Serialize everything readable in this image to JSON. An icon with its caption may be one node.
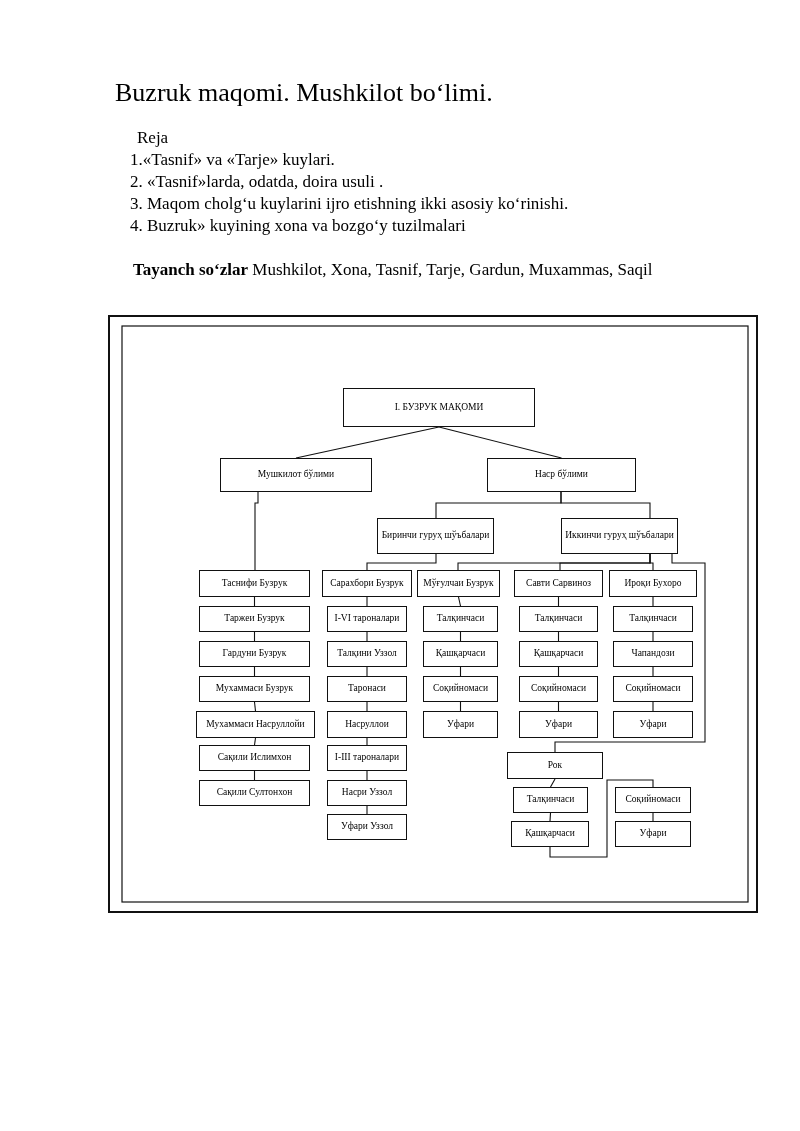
{
  "diagram": {
    "title": "Buzruk maqomi. Mushkilot bo‘limi.",
    "labels": [
      "Reja",
      "1.«Tasnif» va «Tarje» kuylari.",
      "2. «Tasnif»larda, odatda, doira usuli .",
      "3. Maqom cholg‘u kuylarini ijro etishning ikki asosiy ko‘rinishi.",
      "4. Buzruk» kuyining xona va bozgo‘y tuzilmalari",
      "**Tayanch so‘zlar** Mushkilot, Xona, Tasnif, Tarje, Gardun, Muxammas, Saqil"
    ],
    "nodes": [
      {
        "text": [
          "I. БУЗРУК МАҚОМИ"
        ]
      },
      {
        "text": [
          "Мушкилот бўлими"
        ]
      },
      {
        "text": [
          "Наср бўлими"
        ]
      },
      {
        "text": [
          "Биринчи гуруҳ шўъбалари"
        ]
      },
      {
        "text": [
          "Иккинчи гуруҳ шўъбалари"
        ]
      },
      {
        "text": [
          "Таснифи Бузрук"
        ]
      },
      {
        "text": [
          "Таржеи Бузрук"
        ]
      },
      {
        "text": [
          "Гардуни Бузрук"
        ]
      },
      {
        "text": [
          "Мухаммаси Бузрук"
        ]
      },
      {
        "text": [
          "Мухаммаси Насруллойи"
        ]
      },
      {
        "text": [
          "Сақили Ислимхон"
        ]
      },
      {
        "text": [
          "Сақили Султонхон"
        ]
      },
      {
        "text": [
          "Сарахбори Бузрук"
        ]
      },
      {
        "text": [
          "I-VI тароналари"
        ]
      },
      {
        "text": [
          "Талқини Уззол"
        ]
      },
      {
        "text": [
          "Таронаси"
        ]
      },
      {
        "text": [
          "Насруллои"
        ]
      },
      {
        "text": [
          "I-III тароналари"
        ]
      },
      {
        "text": [
          "Насри Уззол"
        ]
      },
      {
        "text": [
          "Уфари Уззол"
        ]
      },
      {
        "text": [
          "Мўғулчаи Бузрук"
        ]
      },
      {
        "text": [
          "Талқинчаси"
        ]
      },
      {
        "text": [
          "Қашқарчаси"
        ]
      },
      {
        "text": [
          "Соқийномаси"
        ]
      },
      {
        "text": [
          "Уфари"
        ]
      },
      {
        "text": [
          "Савти Сарвиноз"
        ]
      },
      {
        "text": [
          "Талқинчаси"
        ]
      },
      {
        "text": [
          "Қашқарчаси"
        ]
      },
      {
        "text": [
          "Соқийномаси"
        ]
      },
      {
        "text": [
          "Уфари"
        ]
      },
      {
        "text": [
          "Ироқи Бухоро"
        ]
      },
      {
        "text": [
          "Талқинчаси"
        ]
      },
      {
        "text": [
          "Чапандози"
        ]
      },
      {
        "text": [
          "Соқийномаси"
        ]
      },
      {
        "text": [
          "Уфари"
        ]
      },
      {
        "text": [
          "Рок"
        ]
      },
      {
        "text": [
          "Талқинчаси"
        ]
      },
      {
        "text": [
          "Қашқарчаси"
        ]
      },
      {
        "text": [
          "Соқийномаси"
        ]
      },
      {
        "text": [
          "Уфари"
        ]
      }
    ],
    "edges": [
      {
        "from": 0,
        "to": 1,
        "arrow": "none"
      },
      {
        "from": 0,
        "to": 2,
        "arrow": "none"
      },
      {
        "from": 1,
        "to": 5,
        "arrow": "none"
      },
      {
        "from": 2,
        "to": 3,
        "arrow": "none"
      },
      {
        "from": 2,
        "to": 4,
        "arrow": "none"
      },
      {
        "from": 3,
        "to": 12,
        "arrow": "none"
      },
      {
        "from": 4,
        "to": 20,
        "arrow": "none"
      },
      {
        "from": 4,
        "to": 25,
        "arrow": "none"
      },
      {
        "from": 4,
        "to": 30,
        "arrow": "none"
      },
      {
        "from": 4,
        "to": 35,
        "arrow": "none"
      },
      {
        "from": 5,
        "to": 6,
        "arrow": "none"
      },
      {
        "from": 6,
        "to": 7,
        "arrow": "none"
      },
      {
        "from": 7,
        "to": 8,
        "arrow": "none"
      },
      {
        "from": 8,
        "to": 9,
        "arrow": "none"
      },
      {
        "from": 9,
        "to": 10,
        "arrow": "none"
      },
      {
        "from": 10,
        "to": 11,
        "arrow": "none"
      },
      {
        "from": 12,
        "to": 13,
        "arrow": "none"
      },
      {
        "from": 13,
        "to": 14,
        "arrow": "none"
      },
      {
        "from": 14,
        "to": 15,
        "arrow": "none"
      },
      {
        "from": 15,
        "to": 16,
        "arrow": "none"
      },
      {
        "from": 16,
        "to": 17,
        "arrow": "none"
      },
      {
        "from": 17,
        "to": 18,
        "arrow": "none"
      },
      {
        "from": 18,
        "to": 19,
        "arrow": "none"
      },
      {
        "from": 20,
        "to": 21,
        "arrow": "none"
      },
      {
        "from": 21,
        "to": 22,
        "arrow": "none"
      },
      {
        "from": 22,
        "to": 23,
        "arrow": "none"
      },
      {
        "from": 23,
        "to": 24,
        "arrow": "none"
      },
      {
        "from": 25,
        "to": 26,
        "arrow": "none"
      },
      {
        "from": 26,
        "to": 27,
        "arrow": "none"
      },
      {
        "from": 27,
        "to": 28,
        "arrow": "none"
      },
      {
        "from": 28,
        "to": 29,
        "arrow": "none"
      },
      {
        "from": 30,
        "to": 31,
        "arrow": "none"
      },
      {
        "from": 31,
        "to": 32,
        "arrow": "none"
      },
      {
        "from": 32,
        "to": 33,
        "arrow": "none"
      },
      {
        "from": 33,
        "to": 34,
        "arrow": "none"
      },
      {
        "from": 35,
        "to": 36,
        "arrow": "none"
      },
      {
        "from": 36,
        "to": 37,
        "arrow": "none"
      },
      {
        "from": 37,
        "to": 38,
        "arrow": "none"
      },
      {
        "from": 38,
        "to": 39,
        "arrow": "none"
      }
    ]
  }
}
